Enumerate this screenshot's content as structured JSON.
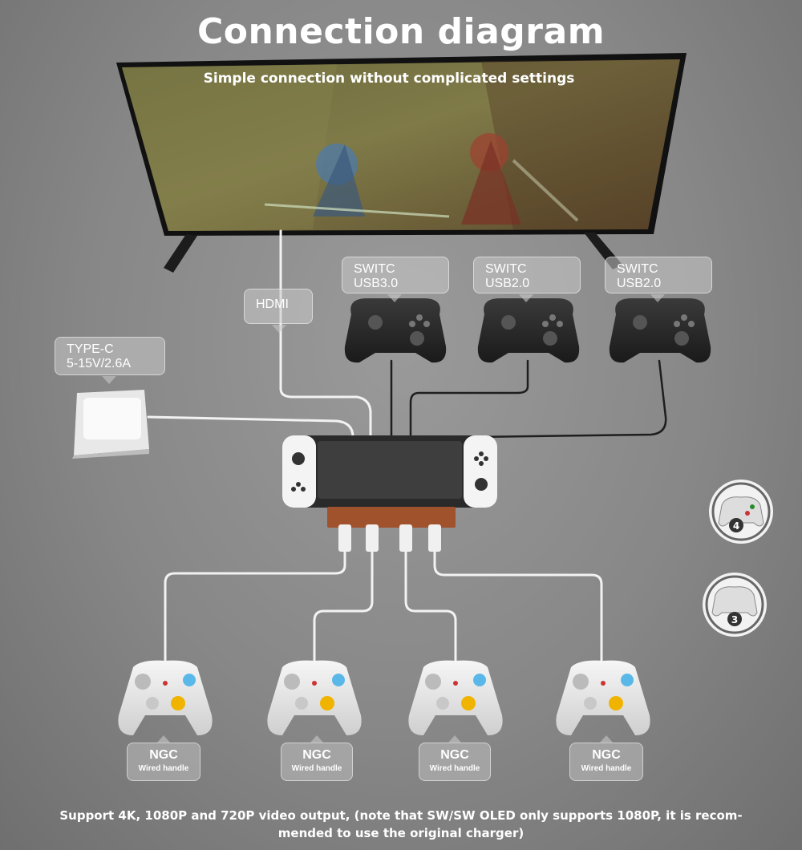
{
  "header": {
    "title": "Connection diagram",
    "subtitle": "Simple connection without complicated settings"
  },
  "labels": {
    "hdmi": "HDMI",
    "power_line1": "TYPE-C",
    "power_line2": "5-15V/2.6A",
    "usb_ports": [
      {
        "line1": "SWITC",
        "line2": "USB3.0"
      },
      {
        "line1": "SWITC",
        "line2": "USB2.0"
      },
      {
        "line1": "SWITC",
        "line2": "USB2.0"
      }
    ],
    "ngc": [
      {
        "line1": "NGC",
        "line2": "Wired handle"
      },
      {
        "line1": "NGC",
        "line2": "Wired handle"
      },
      {
        "line1": "NGC",
        "line2": "Wired handle"
      },
      {
        "line1": "NGC",
        "line2": "Wired handle"
      }
    ],
    "badges": [
      "4",
      "3"
    ]
  },
  "footer": {
    "line1": "Support 4K, 1080P and 720P video output, (note that SW/SW OLED only supports 1080P, it is recom-",
    "line2": "mended to use the original charger)"
  },
  "colors": {
    "cable_white": "#f2f2f2",
    "cable_black": "#1e1e1e",
    "adapter_orange": "#a0522d",
    "joycon_white": "#f4f4f4"
  }
}
